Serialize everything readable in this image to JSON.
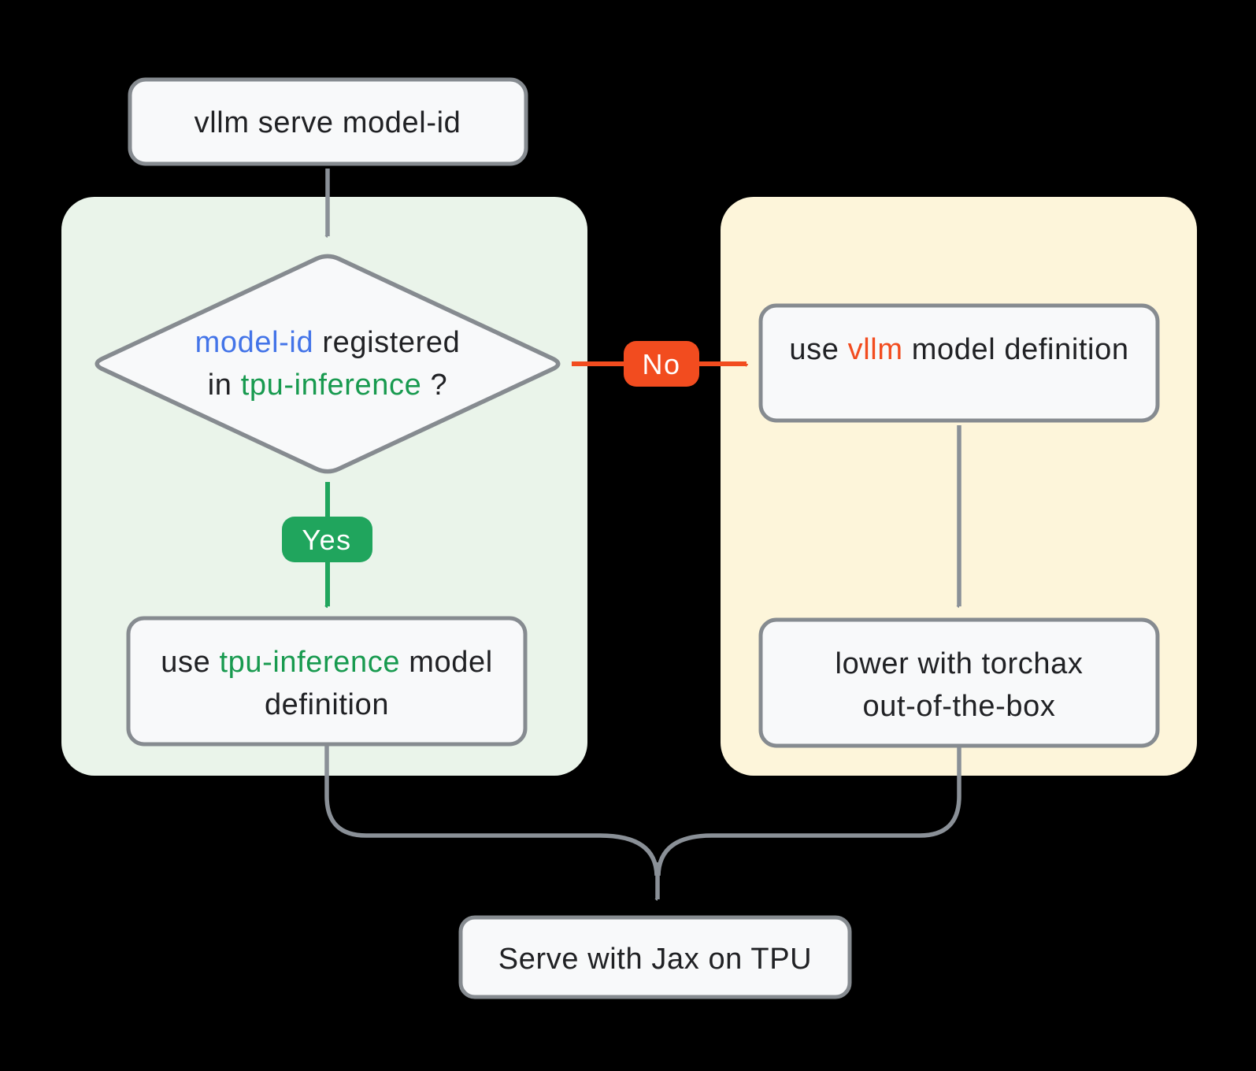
{
  "colors": {
    "background": "#000000",
    "node_fill": "#f8f9fa",
    "node_border": "#868b90",
    "edge_gray": "#8a9097",
    "green": "#20a55d",
    "green_text": "#189a4f",
    "orange": "#f24c1f",
    "blue_text": "#4374e8",
    "text_dark": "#202124",
    "badge_text": "#ffffff",
    "container_green": "#eaf4ea",
    "container_yellow": "#fdf5da"
  },
  "nodes": {
    "start": {
      "label": "vllm serve model-id"
    },
    "decision": {
      "line1_model_id": "model-id",
      "line1_rest": " registered",
      "line2_in": "in ",
      "line2_tpu": "tpu-inference",
      "line2_q": "?"
    },
    "use_tpu": {
      "use": "use ",
      "tpu": "tpu-inference",
      "model": " model",
      "line2": "definition"
    },
    "use_vllm": {
      "use": "use ",
      "vllm": "vllm",
      "rest": " model definition"
    },
    "torchax": {
      "line1": "lower with torchax",
      "line2": "out-of-the-box"
    },
    "serve": {
      "label": "Serve with Jax on TPU"
    }
  },
  "edges": {
    "yes": "Yes",
    "no": "No"
  }
}
